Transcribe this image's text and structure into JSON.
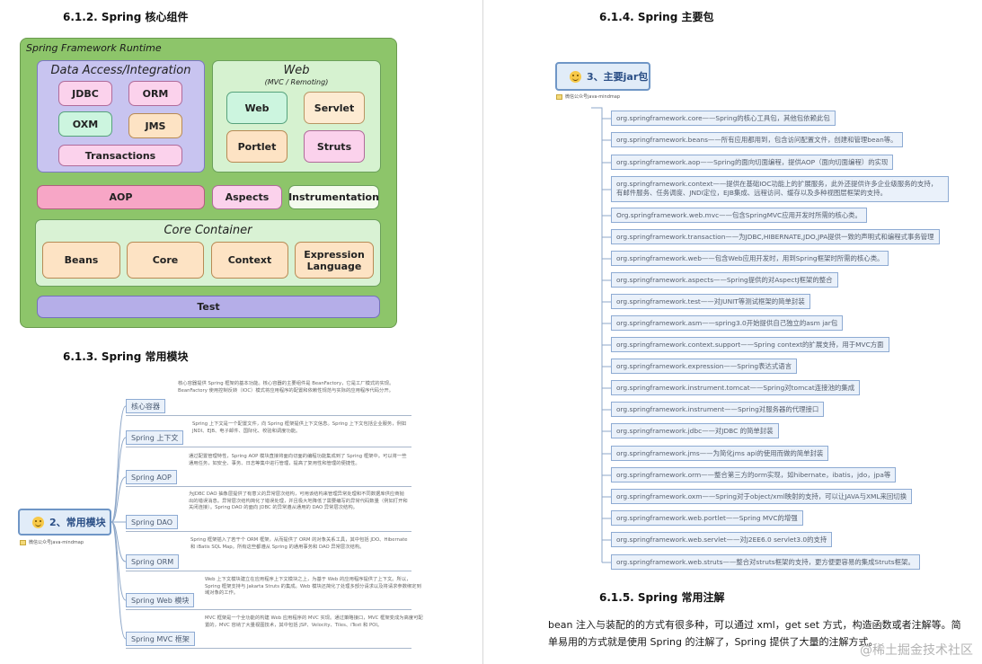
{
  "left": {
    "h612": "6.1.2. Spring 核心组件",
    "h613": "6.1.3. Spring 常用模块",
    "diagram": {
      "title": "Spring Framework Runtime",
      "data_access": {
        "title": "Data Access/Integration",
        "jdbc": "JDBC",
        "orm": "ORM",
        "oxm": "OXM",
        "jms": "JMS",
        "transactions": "Transactions"
      },
      "web": {
        "title": "Web",
        "subtitle": "(MVC / Remoting)",
        "web": "Web",
        "servlet": "Servlet",
        "portlet": "Portlet",
        "struts": "Struts"
      },
      "aop": "AOP",
      "aspects": "Aspects",
      "instrumentation": "Instrumentation",
      "core": {
        "title": "Core Container",
        "beans": "Beans",
        "core": "Core",
        "context": "Context",
        "expression": "Expression Language"
      },
      "test": "Test"
    },
    "mindmap": {
      "root": "2、常用模块",
      "note": "微信公众号java-mindmap",
      "items": [
        {
          "label": "核心容器",
          "desc": "核心容器提供 Spring 框架的基本功能。核心容器的主要组件是 BeanFactory，它是工厂模式的实现。BeanFactory 使用控制反转（IOC）模式将应用程序的配置和依赖性规范与实际的应用程序代码分开。"
        },
        {
          "label": "Spring 上下文",
          "desc": "Spring 上下文是一个配置文件，向 Spring 框架提供上下文信息。Spring 上下文包括企业服务，例如 JNDI、EJB、电子邮件、国际化、校验和调度功能。"
        },
        {
          "label": "Spring AOP",
          "desc": "通过配置管理特性，Spring AOP 模块直接将面向切面的编程功能集成到了 Spring 框架中。可以将一些通用任务，如安全、事务、日志等集中进行管理，提高了复用性和管理的便捷性。"
        },
        {
          "label": "Spring DAO",
          "desc": "为JDBC DAO 抽象层提供了有意义的异常层次结构，可用该结构来管理异常处理和不同数据库供应商抛出的错误消息。异常层次结构简化了错误处理，并且极大地降低了需要编写的异常代码数量（例如打开和关闭连接）。Spring DAO 的面向 JDBC 的异常遵从通用的 DAO 异常层次结构。"
        },
        {
          "label": "Spring ORM",
          "desc": "Spring 框架插入了若干个 ORM 框架，从而提供了 ORM 的对象关系工具，其中包括 JDO、Hibernate 和 iBatis SQL Map。所有这些都遵从 Spring 的通用事务和 DAO 异常层次结构。"
        },
        {
          "label": "Spring Web 模块",
          "desc": "Web 上下文模块建立在应用程序上下文模块之上，为基于 Web 的应用程序提供了上下文。所以，Spring 框架支持与 Jakarta Struts 的集成。Web 模块还简化了处理多部分请求以及将请求参数绑定到域对象的工作。"
        },
        {
          "label": "Spring MVC 框架",
          "desc": "MVC 框架是一个全功能的构建 Web 应用程序的 MVC 实现。通过策略接口，MVC 框架变成为高度可配置的，MVC 容纳了大量视图技术，其中包括 JSP、Velocity、Tiles、iText 和 POI。"
        }
      ]
    }
  },
  "right": {
    "h614": "6.1.4. Spring 主要包",
    "h615": "6.1.5. Spring 常用注解",
    "mindmap": {
      "root": "3、主要jar包",
      "note": "微信公众号java-mindmap",
      "items": [
        "org.springframework.core——Spring的核心工具包，其他包依赖此包",
        "org.springframework.beans——所有应用都用到，包含访问配置文件，创建和管理bean等。",
        "org.springframework.aop——Spring的面向切面编程，提供AOP（面向切面编程）的实现",
        "org.springframework.context——提供在基础IOC功能上的扩展服务，此外还提供许多企业级服务的支持，有邮件服务、任务调度、JNDI定位，EJB集成、远程访问、缓存以及多种视图层框架的支持。",
        "Org.springframework.web.mvc——包含SpringMVC应用开发时所需的核心类。",
        "org.springframework.transaction——为JDBC,HIBERNATE,JDO,JPA提供一致的声明式和编程式事务管理",
        "org.springframework.web——包含Web应用开发时，用到Spring框架时所需的核心类。",
        "org.springframework.aspects——Spring提供的对AspectJ框架的整合",
        "org.springframework.test——对JUNIT等测试框架的简单封装",
        "org.springframework.asm——spring3.0开始提供自己独立的asm jar包",
        "org.springframework.context.support——Spring context的扩展支持，用于MVC方面",
        "org.springframework.expression——Spring表达式语言",
        "org.springframework.instrument.tomcat——Spring对tomcat连接池的集成",
        "org.springframework.instrument——Spring对服务器的代理接口",
        "org.springframework.jdbc——对JDBC 的简单封装",
        "org.springframework.jms——为简化jms api的使用而做的简单封装",
        "org.springframework.orm——整合第三方的orm实现，如hibernate，ibatis，jdo，jpa等",
        "org.springframework.oxm——Spring对于object/xml映射的支持，可以让JAVA与XML来回切换",
        "org.springframework.web.portlet——Spring MVC的增强",
        "org.springframework.web.servlet——对J2EE6.0 servlet3.0的支持",
        "org.springframework.web.struts——整合对struts框架的支持，更方便更容易的集成Struts框架。"
      ]
    },
    "paragraph": "bean 注入与装配的的方式有很多种，可以通过 xml，get set 方式，构造函数或者注解等。简单易用的方式就是使用 Spring 的注解了，Spring 提供了大量的注解方式。",
    "watermark": "@稀土掘金技术社区"
  }
}
